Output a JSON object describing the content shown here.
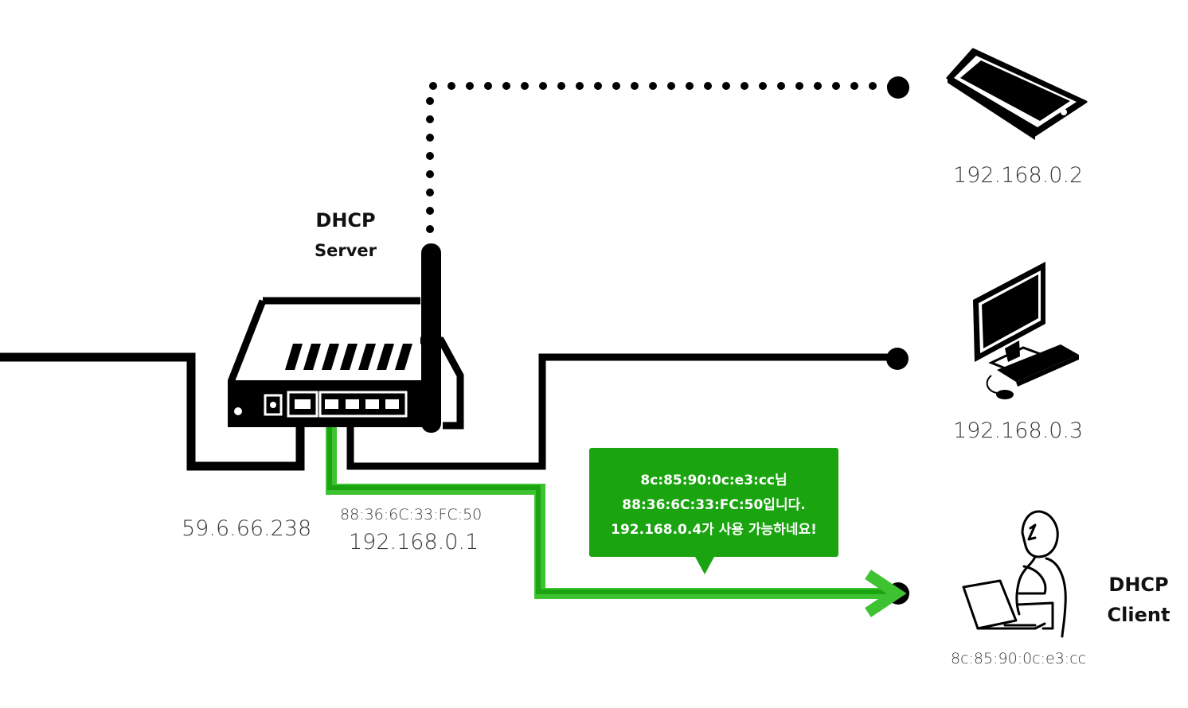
{
  "server": {
    "title_line1": "DHCP",
    "title_line2": "Server",
    "wan_ip": "59.6.66.238",
    "mac": "88:36:6C:33:FC:50",
    "lan_ip": "192.168.0.1"
  },
  "devices": [
    {
      "icon": "smartphone-icon",
      "ip": "192.168.0.2"
    },
    {
      "icon": "desktop-computer-icon",
      "ip": "192.168.0.3"
    }
  ],
  "client": {
    "icon": "person-laptop-icon",
    "title_line1": "DHCP",
    "title_line2": "Client",
    "mac": "8c:85:90:0c:e3:cc"
  },
  "message": {
    "line1": "8c:85:90:0c:e3:cc님",
    "line2": "88:36:6C:33:FC:50입니다.",
    "line3": "192.168.0.4가 사용 가능하네요!"
  },
  "colors": {
    "wire": "#000000",
    "highlight": "#1aa40f",
    "highlight_light": "#3fc232"
  }
}
